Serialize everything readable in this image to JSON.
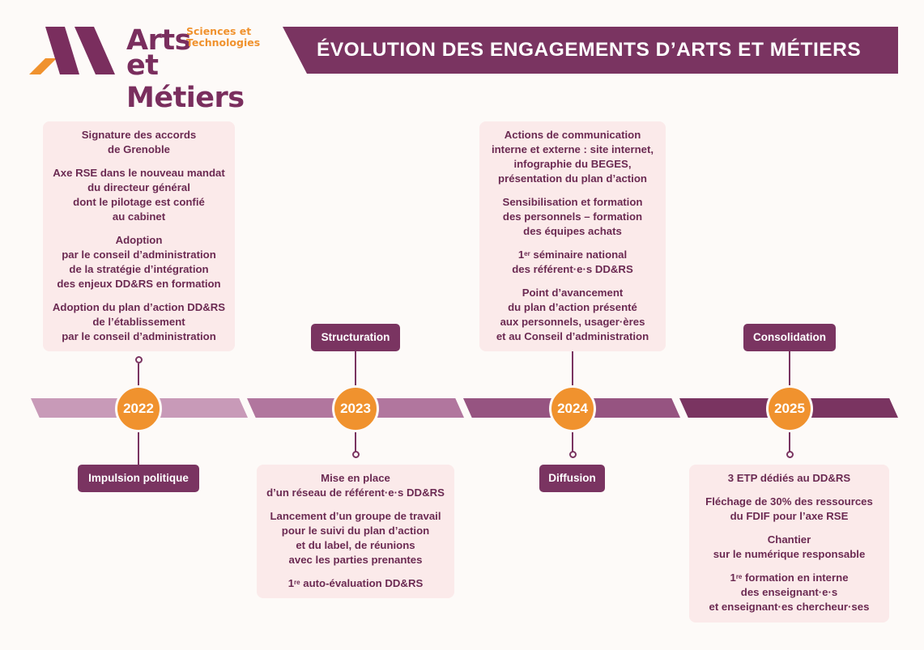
{
  "logo": {
    "word1": "Arts",
    "word2": "et Métiers",
    "sub1": "Sciences et",
    "sub2": "Technologies",
    "colors": {
      "primary": "#7a2e5e",
      "accent": "#f0922e"
    }
  },
  "title": "ÉVOLUTION DES ENGAGEMENTS D’ARTS ET MÉTIERS",
  "colors": {
    "banner": "#7a3461",
    "box": "#fbeaea",
    "year": "#f0922e",
    "seg1": "#c89ab8",
    "seg2": "#b1769e",
    "seg3": "#965481",
    "seg4": "#7a3461"
  },
  "years": [
    "2022",
    "2023",
    "2024",
    "2025"
  ],
  "phases": {
    "p2022": "Impulsion politique",
    "p2023": "Structuration",
    "p2024": "Diffusion",
    "p2025": "Consolidation"
  },
  "box2022": [
    "Signature des accords\nde Grenoble",
    "Axe RSE dans le nouveau mandat\ndu directeur général\ndont le pilotage est confié\nau cabinet",
    "Adoption\npar le conseil d’administration\nde la stratégie d’intégration\ndes enjeux DD&RS en formation",
    "Adoption du plan d’action DD&RS\nde l’établissement\npar le conseil d’administration"
  ],
  "box2023": [
    "Mise en place\nd’un réseau de référent·e·s DD&RS",
    "Lancement d’un groupe de travail\npour le suivi du plan d’action\net du label, de réunions\navec les parties prenantes",
    {
      "sup": "re",
      "pre": "1",
      "post": " auto-évaluation DD&RS"
    }
  ],
  "box2024": [
    "Actions de communication\ninterne et externe : site internet,\ninfographie du BEGES,\nprésentation du plan d’action",
    "Sensibilisation et formation\ndes personnels – formation\ndes équipes achats",
    {
      "pre": "1",
      "sup": "er",
      "post": " séminaire national\ndes référent·e·s DD&RS"
    },
    "Point d’avancement\ndu plan d’action présenté\naux personnels, usager·ères\net au Conseil d’administration"
  ],
  "box2025": [
    "3 ETP dédiés au DD&RS",
    "Fléchage de 30% des ressources\ndu FDIF pour l’axe RSE",
    "Chantier\nsur le numérique responsable",
    {
      "pre": "1",
      "sup": "re",
      "post": " formation en interne\ndes enseignant·e·s\net enseignant·es chercheur·ses"
    }
  ]
}
